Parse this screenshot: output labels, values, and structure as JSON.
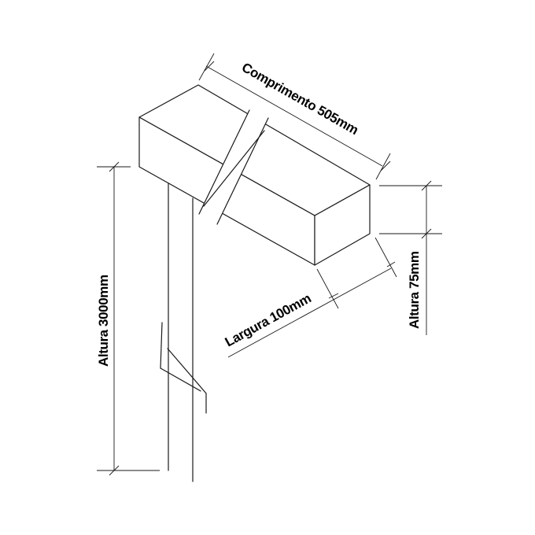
{
  "dimensions": {
    "length_label": "Comprimento 505mm",
    "width_label": "Largura 100mm",
    "height_label": "Altura 75mm",
    "post_height_label": "Altura 3000mm"
  },
  "colors": {
    "line": "#1a1a1a",
    "background": "#ffffff"
  }
}
